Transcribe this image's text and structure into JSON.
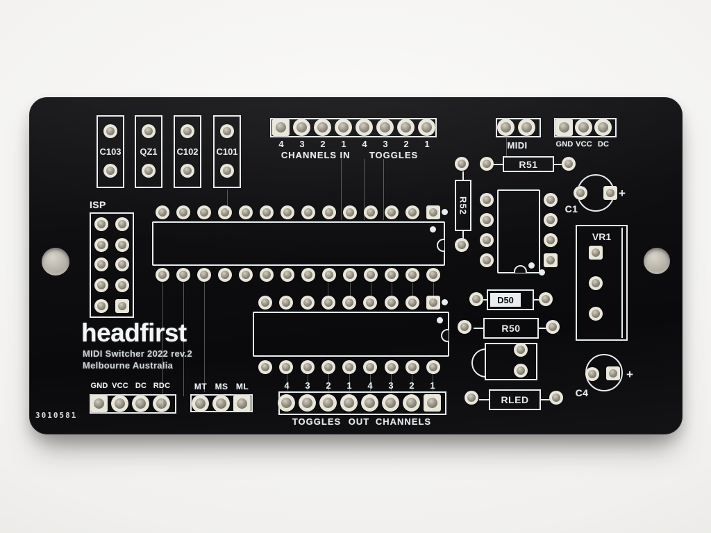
{
  "logo": {
    "name": "headfirst",
    "subtitle": "MIDI Switcher 2022 rev.2",
    "location": "Melbourne Australia"
  },
  "serial": "3010581",
  "plus": "+",
  "refs": {
    "c103": "C103",
    "qz1": "QZ1",
    "c102": "C102",
    "c101": "C101",
    "isp": "ISP",
    "midi": "MIDI",
    "r51": "R51",
    "r52": "R52",
    "c1": "C1",
    "vr1": "VR1",
    "d50": "D50",
    "r50": "R50",
    "rled": "RLED",
    "c4": "C4"
  },
  "top_header": {
    "numbers": [
      "4",
      "3",
      "2",
      "1",
      "4",
      "3",
      "2",
      "1"
    ],
    "words": [
      "CHANNELS",
      "IN",
      "TOGGLES"
    ]
  },
  "bottom_header": {
    "numbers": [
      "4",
      "3",
      "2",
      "1",
      "4",
      "3",
      "2",
      "1"
    ],
    "words": [
      "TOGGLES",
      "OUT",
      "CHANNELS"
    ]
  },
  "power_top": {
    "pins": [
      "GND",
      "VCC",
      "DC"
    ]
  },
  "power_bottom": {
    "pins": [
      "GND",
      "VCC",
      "DC",
      "RDC"
    ]
  },
  "mode_header": {
    "pins": [
      "MT",
      "MS",
      "ML"
    ]
  },
  "colors": {
    "board": "#0e0e10",
    "silkscreen": "#e7ecef",
    "background": "#f1f0ee",
    "pad_ring": "#e9e6da"
  }
}
